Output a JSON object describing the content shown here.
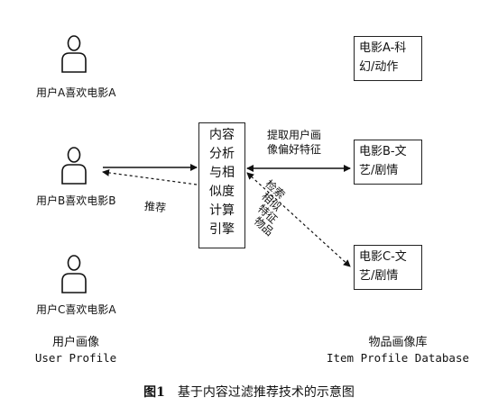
{
  "users": [
    {
      "label": "用户A喜欢电影A"
    },
    {
      "label": "用户B喜欢电影B"
    },
    {
      "label": "用户C喜欢电影A"
    }
  ],
  "engine": {
    "lines": [
      "内容",
      "分析",
      "与相",
      "似度",
      "计算",
      "引擎"
    ]
  },
  "items": [
    {
      "lines": [
        "电影A-科",
        "幻/动作"
      ]
    },
    {
      "lines": [
        "电影B-文",
        "艺/剧情"
      ]
    },
    {
      "lines": [
        "电影C-文",
        "艺/剧情"
      ]
    }
  ],
  "edges": {
    "extract": [
      "提取用户画",
      "像偏好特征"
    ],
    "recommend": "推荐",
    "retrieve": [
      "检索",
      "相似",
      "特征",
      "物品"
    ]
  },
  "sections": {
    "user_profile": {
      "zh": "用户画像",
      "en": "User Profile"
    },
    "item_profile": {
      "zh": "物品画像库",
      "en": "Item Profile Database"
    }
  },
  "caption": {
    "number": "图1",
    "text": "基于内容过滤推荐技术的示意图"
  }
}
